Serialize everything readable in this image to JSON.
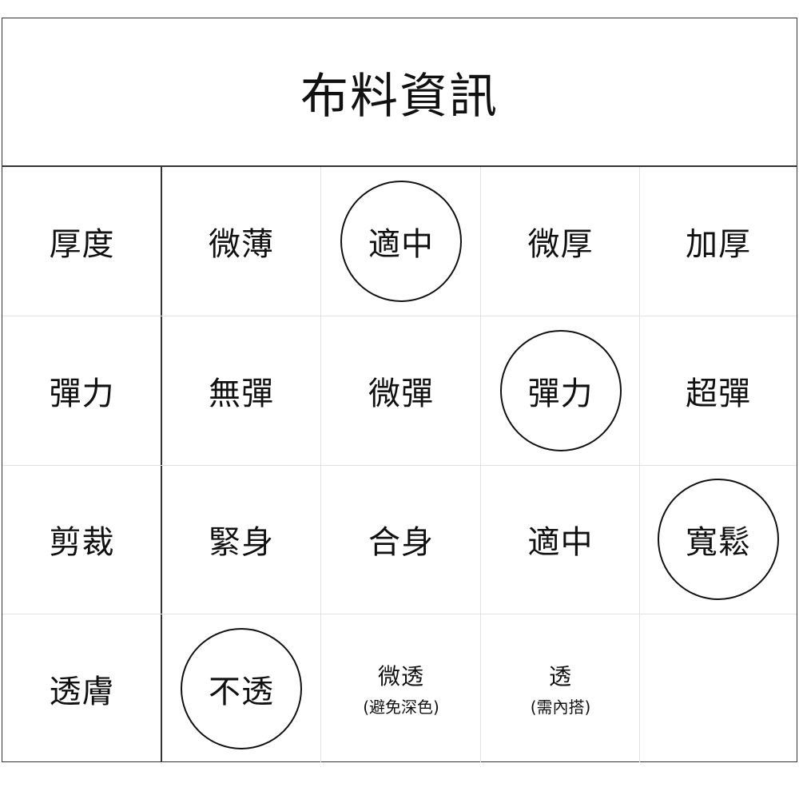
{
  "title": "布料資訊",
  "colors": {
    "border": "#333333",
    "gridline": "#e2e2e2",
    "text": "#111111",
    "background": "#ffffff"
  },
  "rows": [
    {
      "label": "厚度",
      "options": [
        {
          "text": "微薄",
          "sub": null,
          "selected": false
        },
        {
          "text": "適中",
          "sub": null,
          "selected": true
        },
        {
          "text": "微厚",
          "sub": null,
          "selected": false
        },
        {
          "text": "加厚",
          "sub": null,
          "selected": false
        }
      ]
    },
    {
      "label": "彈力",
      "options": [
        {
          "text": "無彈",
          "sub": null,
          "selected": false
        },
        {
          "text": "微彈",
          "sub": null,
          "selected": false
        },
        {
          "text": "彈力",
          "sub": null,
          "selected": true
        },
        {
          "text": "超彈",
          "sub": null,
          "selected": false
        }
      ]
    },
    {
      "label": "剪裁",
      "options": [
        {
          "text": "緊身",
          "sub": null,
          "selected": false
        },
        {
          "text": "合身",
          "sub": null,
          "selected": false
        },
        {
          "text": "適中",
          "sub": null,
          "selected": false
        },
        {
          "text": "寬鬆",
          "sub": null,
          "selected": true
        }
      ]
    },
    {
      "label": "透膚",
      "options": [
        {
          "text": "不透",
          "sub": null,
          "selected": true
        },
        {
          "text": "微透",
          "sub": "(避免深色)",
          "selected": false
        },
        {
          "text": "透",
          "sub": "(需內搭)",
          "selected": false
        },
        {
          "text": "",
          "sub": null,
          "selected": false
        }
      ]
    }
  ]
}
